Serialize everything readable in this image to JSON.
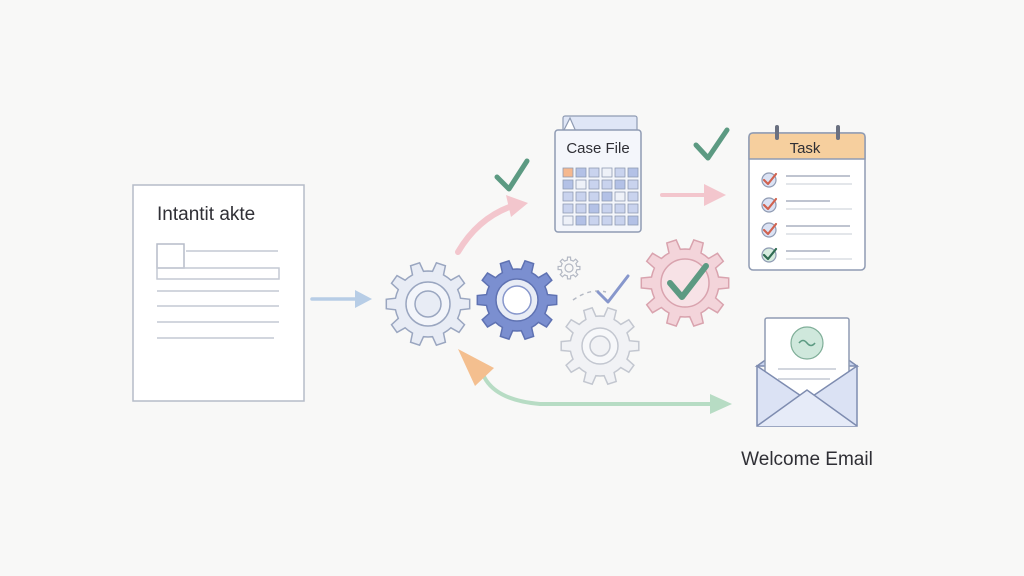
{
  "intake_doc": {
    "title": "Intantit akte"
  },
  "case_file": {
    "title": "Case File"
  },
  "task_list": {
    "title": "Task",
    "items": 4
  },
  "welcome_email": {
    "label": "Welcome Email"
  },
  "colors": {
    "background": "#f8f8f7",
    "outline": "#8f9bb3",
    "gear_blue": "#7b8fd0",
    "gear_pale": "#e7ebf5",
    "gear_pink": "#f2d3da",
    "check_green": "#5c9a82",
    "arrow_blue": "#b7cde6",
    "arrow_pink": "#f3c6cd",
    "arrow_green": "#b7dcc4",
    "arrow_orange": "#f4bf8f",
    "task_header": "#f6cf9e",
    "calendar_orange": "#f5b88f",
    "calendar_blue": "#c9d3ee",
    "email_blue": "#c9d4ee"
  },
  "icons": [
    "document-icon",
    "calendar-icon",
    "task-list-icon",
    "envelope-icon",
    "gear-icon",
    "checkmark-icon",
    "arrow-icon"
  ]
}
